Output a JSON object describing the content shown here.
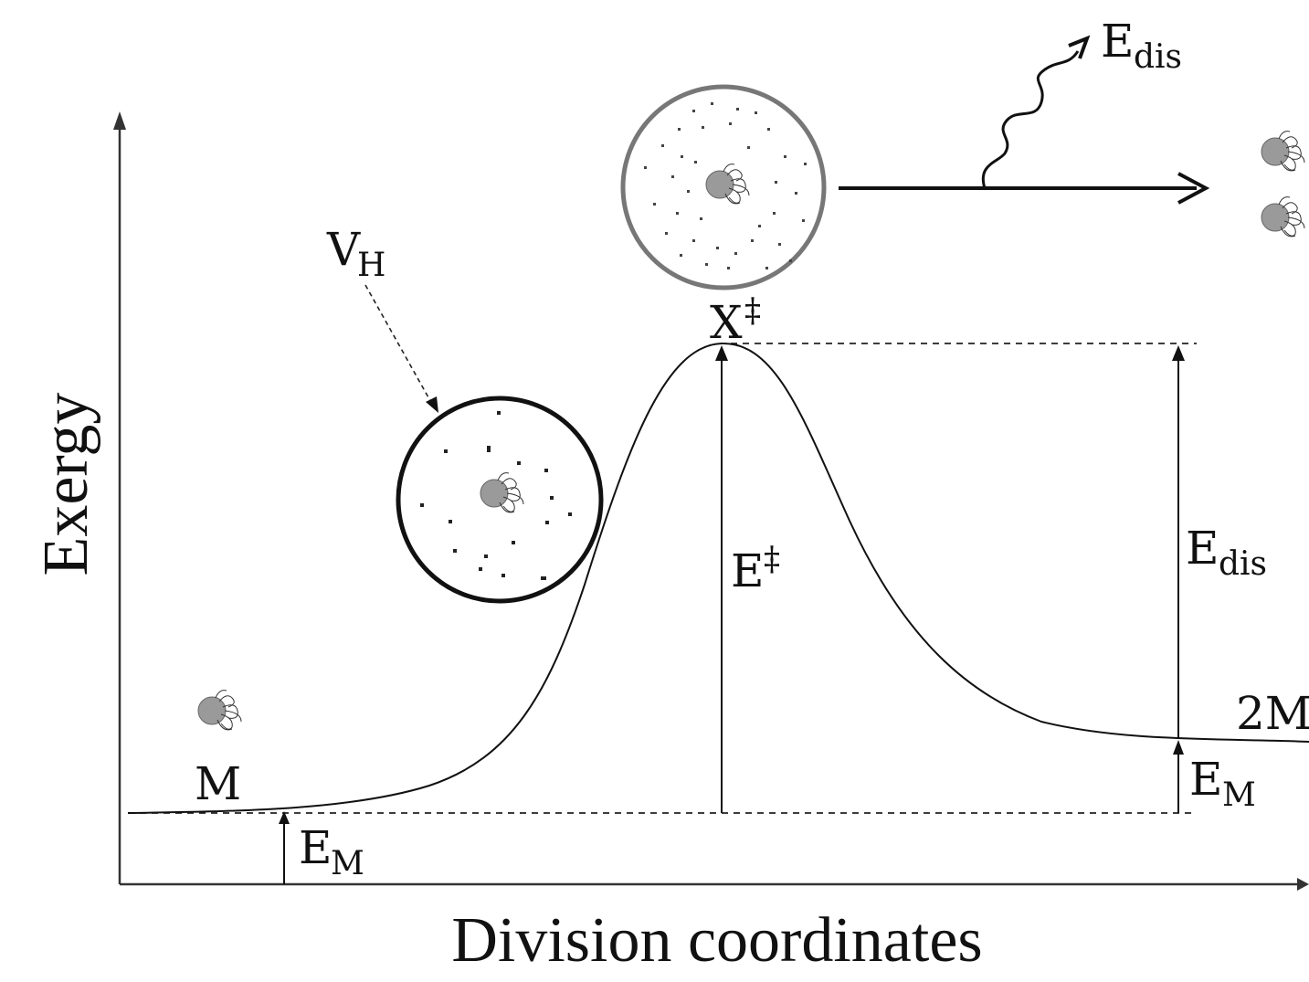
{
  "axes": {
    "y_label": "Exergy",
    "x_label": "Division coordinates"
  },
  "labels": {
    "m_main": "M",
    "em_left_main": "E",
    "em_left_sub": "M",
    "vh_main": "V",
    "vh_sub": "H",
    "xt_main": "X",
    "xt_sup": "‡",
    "et_main": "E",
    "et_sup": "‡",
    "edis_top_main": "E",
    "edis_top_sub": "dis",
    "edis_right_main": "E",
    "edis_right_sub": "dis",
    "em_right_main": "E",
    "em_right_sub": "M",
    "two_m": "2M"
  },
  "colors": {
    "line": "#111111",
    "particle": "#9a9a9a",
    "gray_circle": "#7a7a7a"
  },
  "icons": {
    "molecule": "molecule-icon"
  }
}
